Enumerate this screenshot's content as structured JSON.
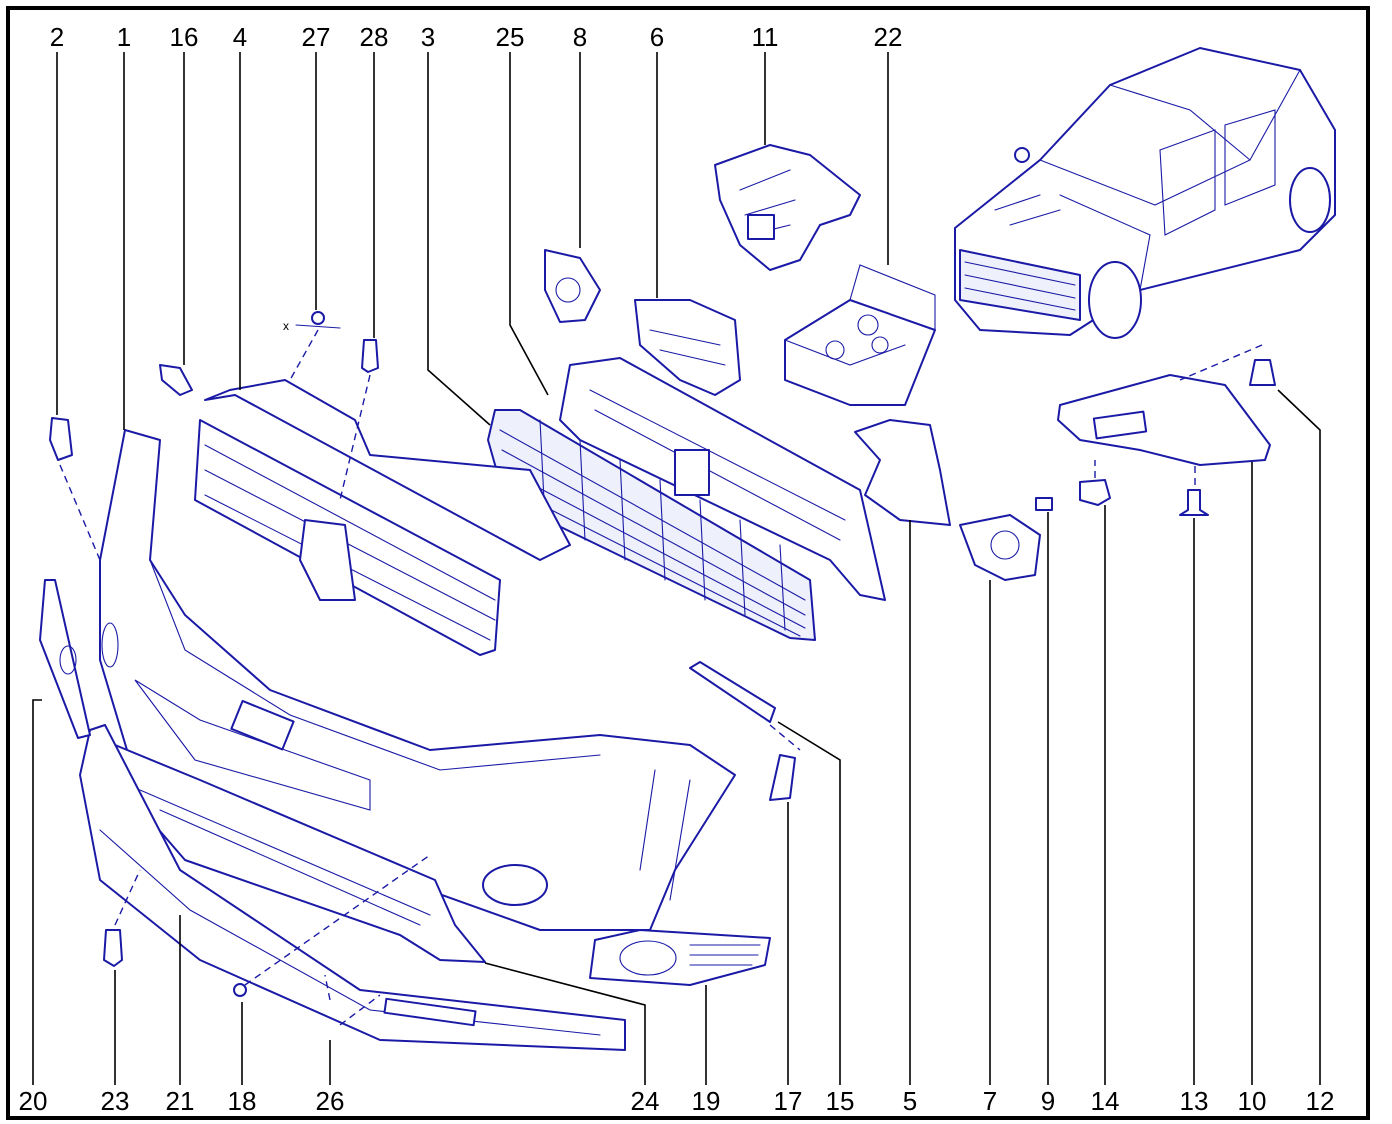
{
  "diagram": {
    "labels": {
      "top": [
        "2",
        "1",
        "16",
        "4",
        "27",
        "28",
        "3",
        "25",
        "8",
        "6",
        "11",
        "22"
      ],
      "bottom": [
        "20",
        "23",
        "21",
        "18",
        "26",
        "24",
        "19",
        "17",
        "15",
        "5",
        "7",
        "9",
        "14",
        "13",
        "10",
        "12"
      ],
      "axis_mark": "x"
    },
    "colors": {
      "line_art": "#1a1aa6",
      "labels": "#000000",
      "frame": "#000000",
      "background": "#ffffff"
    }
  }
}
